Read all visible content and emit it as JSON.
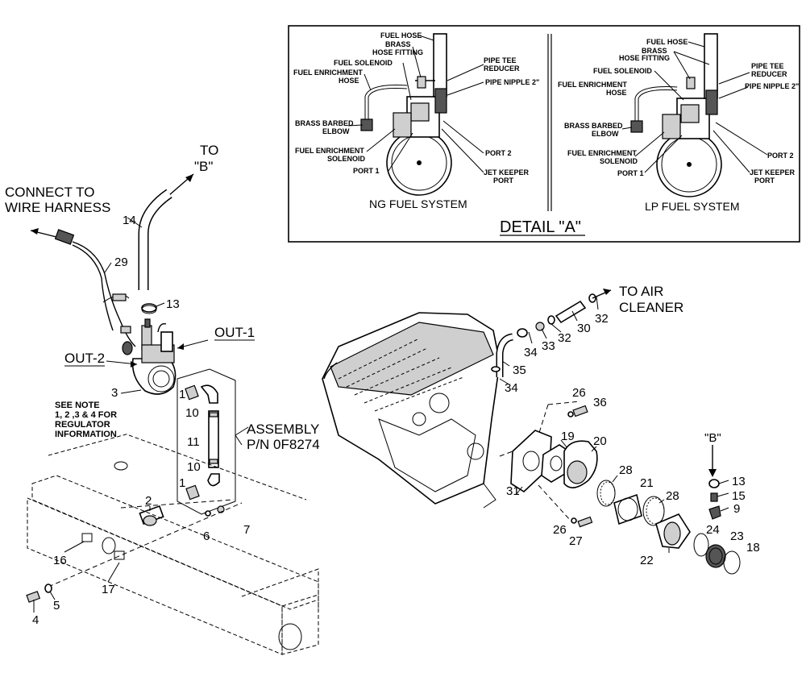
{
  "detail_box": {
    "title": "DETAIL \"A\"",
    "ng_system": {
      "caption": "NG FUEL SYSTEM",
      "labels": {
        "fuel_hose": "FUEL HOSE",
        "brass": "BRASS",
        "hose_fitting": "HOSE FITTING",
        "fuel_solenoid": "FUEL SOLENOID",
        "fuel_enrichment": "FUEL ENRICHMENT",
        "hose": "HOSE",
        "pipe_tee": "PIPE TEE",
        "reducer": "REDUCER",
        "pipe_nipple": "PIPE NIPPLE 2\"",
        "brass_barbed": "BRASS BARBED",
        "elbow": "ELBOW",
        "fe_solenoid_1": "FUEL ENRICHMENT",
        "fe_solenoid_2": "SOLENOID",
        "port1": "PORT 1",
        "port2": "PORT 2",
        "jet_keeper": "JET KEEPER",
        "port": "PORT"
      }
    },
    "lp_system": {
      "caption": "LP FUEL SYSTEM",
      "labels": {
        "fuel_hose": "FUEL HOSE",
        "brass": "BRASS",
        "hose_fitting": "HOSE FITTING",
        "fuel_solenoid": "FUEL SOLENOID",
        "fuel_enrichment": "FUEL ENRICHMENT",
        "hose": "HOSE",
        "pipe_tee": "PIPE TEE",
        "reducer": "REDUCER",
        "pipe_nipple": "PIPE NIPPLE 2\"",
        "brass_barbed": "BRASS BARBED",
        "elbow": "ELBOW",
        "fe_solenoid_1": "FUEL ENRICHMENT",
        "fe_solenoid_2": "SOLENOID",
        "port1": "PORT 1",
        "port2": "PORT 2",
        "jet_keeper": "JET KEEPER",
        "port": "PORT"
      }
    }
  },
  "callouts": {
    "to_b_1": "TO",
    "to_b_2": "\"B\"",
    "connect_1": "CONNECT TO",
    "connect_2": "WIRE HARNESS",
    "out1": "OUT-1",
    "out2": "OUT-2",
    "note_1": "SEE NOTE",
    "note_2": "1, 2 ,3 & 4 FOR",
    "note_3": "REGULATOR",
    "note_4": "INFORMATION",
    "assembly_1": "ASSEMBLY",
    "assembly_2": "P/N 0F8274",
    "to_air_1": "TO AIR",
    "to_air_2": "CLEANER",
    "b_marker": "\"B\""
  },
  "part_numbers": {
    "p14": "14",
    "p29": "29",
    "p13a": "13",
    "p3": "3",
    "p1a": "1",
    "p10a": "10",
    "p11": "11",
    "p10b": "10",
    "p1b": "1",
    "p2": "2",
    "p6": "6",
    "p7": "7",
    "p16": "16",
    "p17": "17",
    "p4": "4",
    "p5": "5",
    "p30": "30",
    "p32a": "32",
    "p32b": "32",
    "p33": "33",
    "p34a": "34",
    "p35": "35",
    "p34b": "34",
    "p26a": "26",
    "p36": "36",
    "p31": "31",
    "p19": "19",
    "p20": "20",
    "p28a": "28",
    "p21": "21",
    "p28b": "28",
    "p26b": "26",
    "p27": "27",
    "p22": "22",
    "p24": "24",
    "p23": "23",
    "p18": "18",
    "p13b": "13",
    "p15": "15",
    "p9": "9",
    "p3dot": "3"
  }
}
